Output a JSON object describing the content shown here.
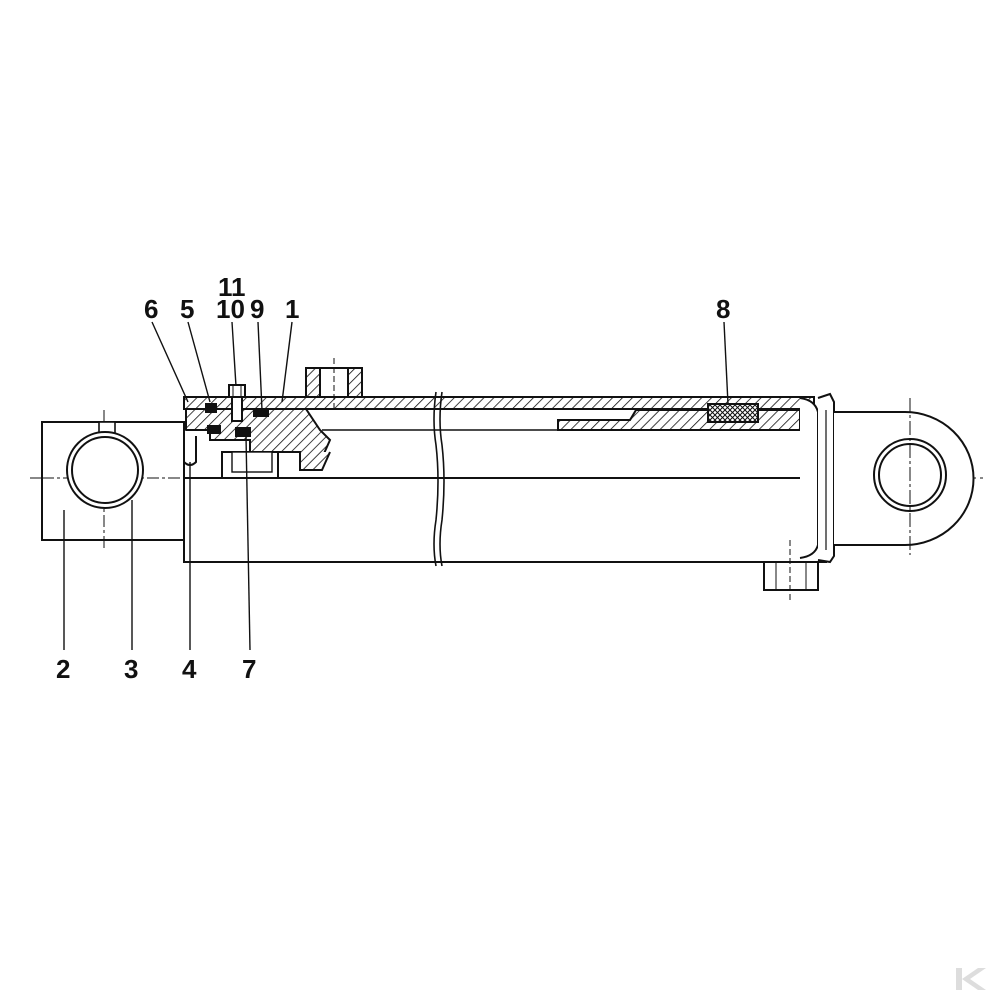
{
  "diagram": {
    "part_labels": {
      "p1": "1",
      "p2": "2",
      "p3": "3",
      "p4": "4",
      "p5": "5",
      "p6": "6",
      "p7": "7",
      "p8": "8",
      "p9": "9",
      "p10": "10",
      "p11": "11"
    }
  },
  "colors": {
    "line": "#111111",
    "background": "#ffffff"
  }
}
